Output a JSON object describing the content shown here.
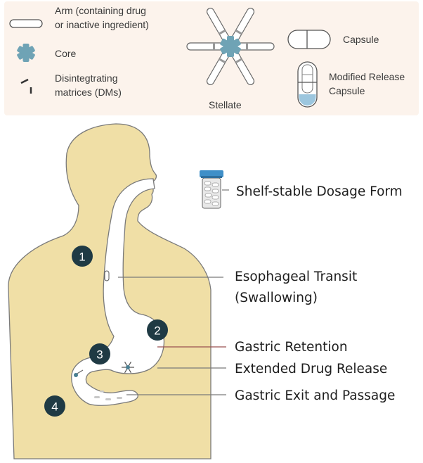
{
  "legend": {
    "arm_line1": "Arm (containing drug",
    "arm_line2": "or inactive ingredient)",
    "core": "Core",
    "dm_line1": "Disintegtrating",
    "dm_line2": "matrices (DMs)",
    "stellate": "Stellate",
    "capsule": "Capsule",
    "mr_line1": "Modified Release",
    "mr_line2": "Capsule"
  },
  "callouts": {
    "shelf_stable": "Shelf-stable Dosage Form",
    "esophageal_line1": "Esophageal Transit",
    "esophageal_line2": "(Swallowing)",
    "gastric_retention": "Gastric Retention",
    "extended_release": "Extended Drug Release",
    "gastric_exit": "Gastric Exit and Passage"
  },
  "stages": [
    "1",
    "2",
    "3",
    "4"
  ],
  "colors": {
    "legend_bg": "#fcf3ec",
    "body_fill": "#f0dfa6",
    "body_stroke": "#7a7a7a",
    "tract_fill": "#ffffff",
    "core_blue": "#6fa3b5",
    "stage_circle": "#1f3a44",
    "bottle_cap": "#3f8fc8",
    "gastric_retention_line": "#9a5050",
    "callout_line": "#7a7a7a"
  }
}
